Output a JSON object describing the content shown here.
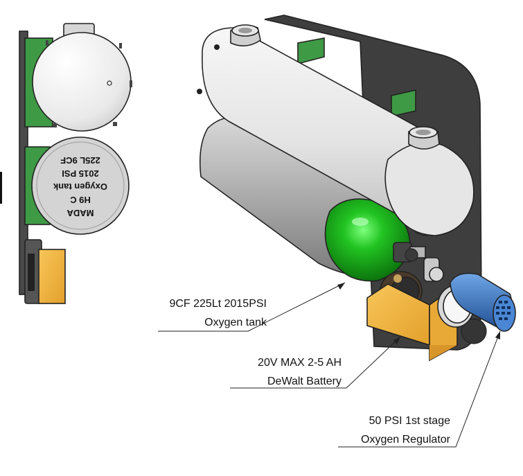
{
  "tank_face_text": [
    "MADA",
    "H9 C",
    "Oxygen tank",
    "2015 PSI",
    "225L 9CF"
  ],
  "callouts": [
    {
      "line1": "9CF  225Lt 2015PSI",
      "line2": "Oxygen tank"
    },
    {
      "line1": "20V MAX 2-5 AH",
      "line2": "DeWalt  Battery"
    },
    {
      "line1": "50 PSI 1st stage",
      "line2": "Oxygen Regulator"
    }
  ],
  "colors": {
    "panel": "#3e3e3e",
    "mount_green": "#3f9a45",
    "tank_green": "#19b319",
    "battery_orange": "#f2b33b",
    "regulator_blue": "#3a78c6",
    "housing_white": "#ececec",
    "steel_grey": "#b7b7b7"
  }
}
